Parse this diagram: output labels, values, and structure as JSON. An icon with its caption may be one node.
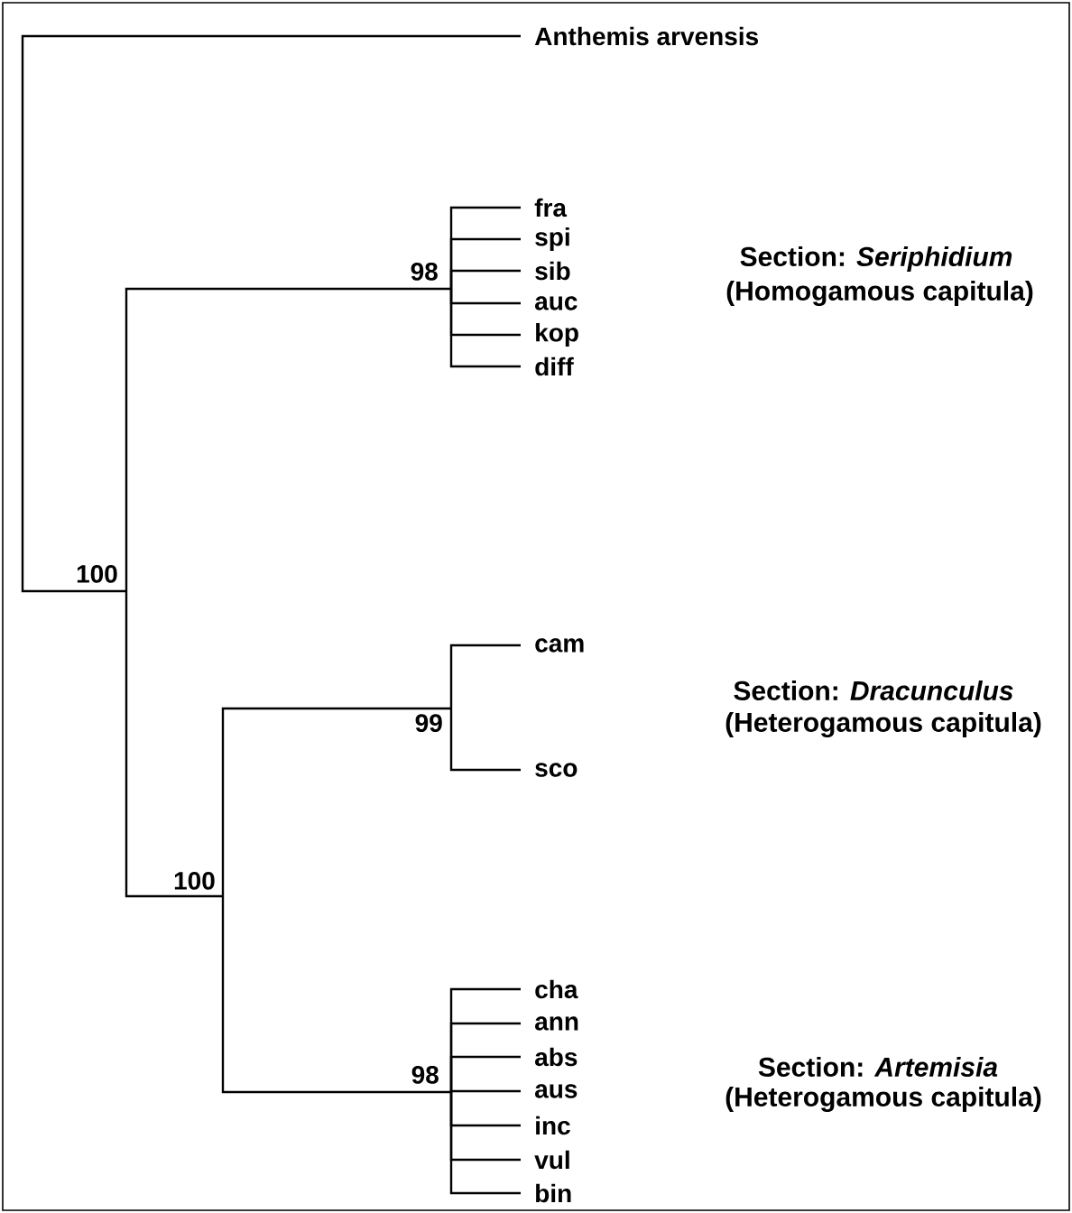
{
  "diagram": {
    "nodes": [
      {
        "text": [
          "Anthemis arvensis"
        ]
      },
      {
        "text": [
          "100"
        ]
      },
      {
        "text": [
          "98"
        ]
      },
      {
        "text": [
          "fra"
        ]
      },
      {
        "text": [
          "spi"
        ]
      },
      {
        "text": [
          "sib"
        ]
      },
      {
        "text": [
          "auc"
        ]
      },
      {
        "text": [
          "kop"
        ]
      },
      {
        "text": [
          "diff"
        ]
      },
      {
        "text": [
          "100"
        ]
      },
      {
        "text": [
          "99"
        ]
      },
      {
        "text": [
          "cam"
        ]
      },
      {
        "text": [
          "sco"
        ]
      },
      {
        "text": [
          "98"
        ]
      },
      {
        "text": [
          "cha"
        ]
      },
      {
        "text": [
          "ann"
        ]
      },
      {
        "text": [
          "abs"
        ]
      },
      {
        "text": [
          "aus"
        ]
      },
      {
        "text": [
          "inc"
        ]
      },
      {
        "text": [
          "vul"
        ]
      },
      {
        "text": [
          "bin"
        ]
      }
    ],
    "edges": [
      {
        "from": 0,
        "to": 1,
        "arrow": "none"
      },
      {
        "from": 1,
        "to": 2,
        "arrow": "none"
      },
      {
        "from": 2,
        "to": 3,
        "arrow": "none"
      },
      {
        "from": 2,
        "to": 4,
        "arrow": "none"
      },
      {
        "from": 2,
        "to": 5,
        "arrow": "none"
      },
      {
        "from": 2,
        "to": 6,
        "arrow": "none"
      },
      {
        "from": 2,
        "to": 7,
        "arrow": "none"
      },
      {
        "from": 2,
        "to": 8,
        "arrow": "none"
      },
      {
        "from": 1,
        "to": 9,
        "arrow": "none"
      },
      {
        "from": 9,
        "to": 10,
        "arrow": "none"
      },
      {
        "from": 10,
        "to": 11,
        "arrow": "none"
      },
      {
        "from": 10,
        "to": 12,
        "arrow": "none"
      },
      {
        "from": 9,
        "to": 13,
        "arrow": "none"
      },
      {
        "from": 13,
        "to": 14,
        "arrow": "none"
      },
      {
        "from": 13,
        "to": 15,
        "arrow": "none"
      },
      {
        "from": 13,
        "to": 16,
        "arrow": "none"
      },
      {
        "from": 13,
        "to": 17,
        "arrow": "none"
      },
      {
        "from": 13,
        "to": 18,
        "arrow": "none"
      },
      {
        "from": 13,
        "to": 19,
        "arrow": "none"
      },
      {
        "from": 13,
        "to": 20,
        "arrow": "none"
      }
    ],
    "labels": [
      "Section: *Seriphidium*",
      "(Homogamous capitula)",
      "Section: *Dracunculus*",
      "(Heterogamous capitula)",
      "Section: *Artemisia*",
      "(Heterogamous capitula)"
    ]
  }
}
